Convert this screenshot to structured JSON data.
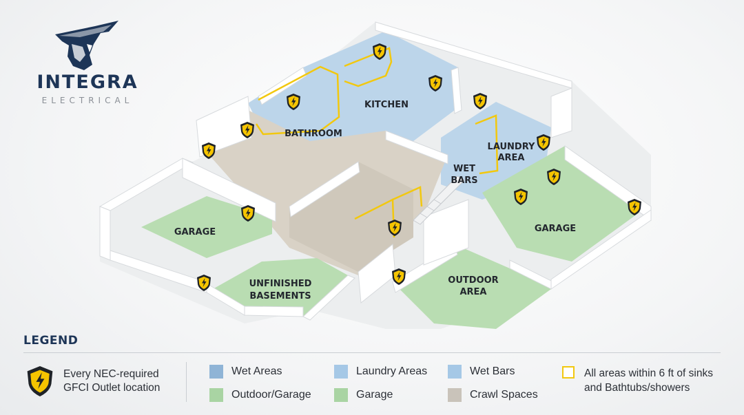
{
  "brand": {
    "name": "INTEGRA",
    "subtitle": "ELECTRICAL",
    "navy": "#1d3557",
    "logo_icon": "knight-helmet-icon"
  },
  "rooms": {
    "kitchen": "KITCHEN",
    "bathroom": "BATHROOM",
    "laundry_line1": "LAUNDRY",
    "laundry_line2": "AREA",
    "wetbars_line1": "WET",
    "wetbars_line2": "BARS",
    "garage_left": "GARAGE",
    "garage_right": "GARAGE",
    "basement_line1": "UNFINISHED",
    "basement_line2": "BASEMENTS",
    "outdoor_line1": "OUTDOOR",
    "outdoor_line2": "AREA"
  },
  "legend": {
    "title": "LEGEND",
    "gfci_line1": "Every NEC-required",
    "gfci_line2": "GFCI Outlet location",
    "gfci_icon": "lightning-shield-icon",
    "items": [
      {
        "label": "Wet Areas",
        "color": "#8fb4d6"
      },
      {
        "label": "Outdoor/Garage",
        "color": "#a9d4a3"
      },
      {
        "label": "Laundry Areas",
        "color": "#a5c8e6"
      },
      {
        "label": "Garage",
        "color": "#a9d4a3"
      },
      {
        "label": "Wet Bars",
        "color": "#a5c8e6"
      },
      {
        "label": "Crawl Spaces",
        "color": "#c9c3ba"
      }
    ],
    "zone_line1": "All areas within 6 ft of sinks",
    "zone_line2": "and Bathtubs/showers",
    "zone_color": "#f2c80f"
  },
  "colors": {
    "wet": "#bcd5ea",
    "green": "#b9ddb2",
    "floor": "#d9d2c6",
    "wall": "#ffffff",
    "wall_side": "#e4e6e8",
    "outlet_yellow": "#f5c400"
  }
}
